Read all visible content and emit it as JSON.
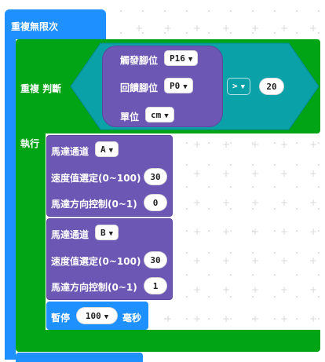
{
  "repeat_forever": {
    "label": "重複無限次"
  },
  "while_block": {
    "label": "重複 判斷",
    "do_label": "執行"
  },
  "condition": {
    "trigger_label": "觸發腳位",
    "trigger_pin": "P16",
    "echo_label": "回饋腳位",
    "echo_pin": "P0",
    "unit_label": "單位",
    "unit_value": "cm",
    "operator": ">",
    "compare_value": "20"
  },
  "motor_a": {
    "channel_label": "馬達通道",
    "channel_value": "A",
    "speed_label": "速度值選定(0~100)",
    "speed_value": "30",
    "dir_label": "馬達方向控制(0~1)",
    "dir_value": "0"
  },
  "motor_b": {
    "channel_label": "馬達通道",
    "channel_value": "B",
    "speed_label": "速度值選定(0~100)",
    "speed_value": "30",
    "dir_label": "馬達方向控制(0~1)",
    "dir_value": "1"
  },
  "pause": {
    "label": "暫停",
    "value": "100",
    "unit": "毫秒"
  },
  "colors": {
    "blue": "#1e90ff",
    "green": "#00a414",
    "purple": "#6d57b5",
    "teal": "#0aa1a8"
  }
}
